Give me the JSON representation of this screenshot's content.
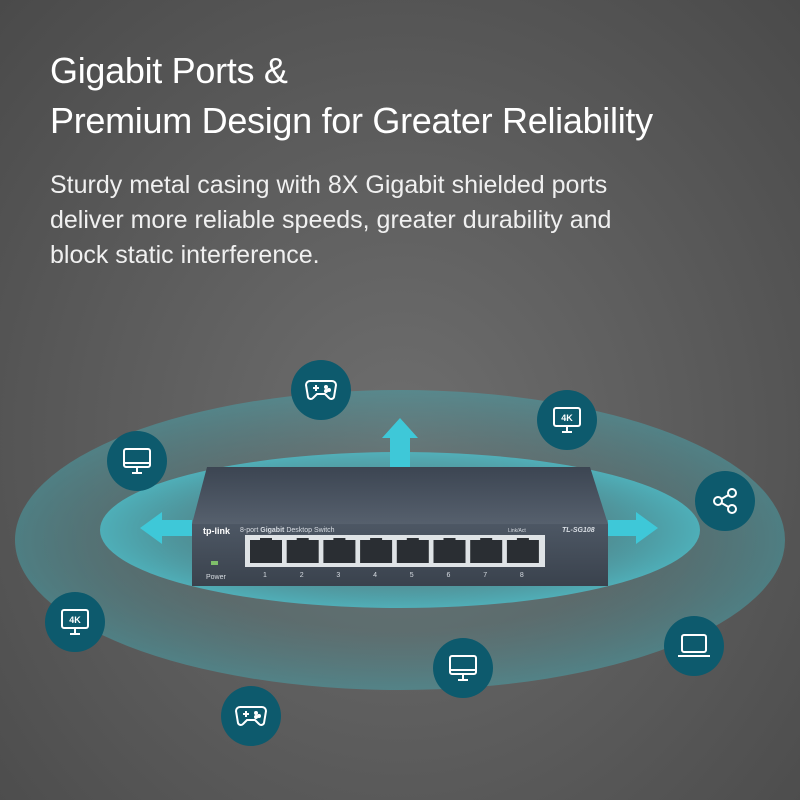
{
  "headline": {
    "line1": "Gigabit Ports &",
    "line2": "Premium Design for Greater Reliability"
  },
  "description": {
    "line1": "Sturdy metal casing with 8X Gigabit shielded ports",
    "line2": "deliver more reliable speeds, greater durability and",
    "line3": "block static interference."
  },
  "device": {
    "brand": "tp-link",
    "description_prefix": "8-port",
    "description_bold": "Gigabit",
    "description_suffix": "Desktop Switch",
    "model": "TL-SG108",
    "link_label": "Link/Act",
    "power_label": "Power",
    "ports": [
      "1",
      "2",
      "3",
      "4",
      "5",
      "6",
      "7",
      "8"
    ]
  },
  "badges": {
    "four_k": "4K"
  },
  "colors": {
    "icon_bg": "#0d5a6d",
    "ring": "#3fb6c2",
    "arrow": "#3ec8d8"
  },
  "icons": [
    "gamepad-icon",
    "monitor-4k-icon",
    "monitor-icon",
    "share-icon",
    "monitor-4k-icon",
    "laptop-icon",
    "monitor-icon",
    "gamepad-icon"
  ]
}
